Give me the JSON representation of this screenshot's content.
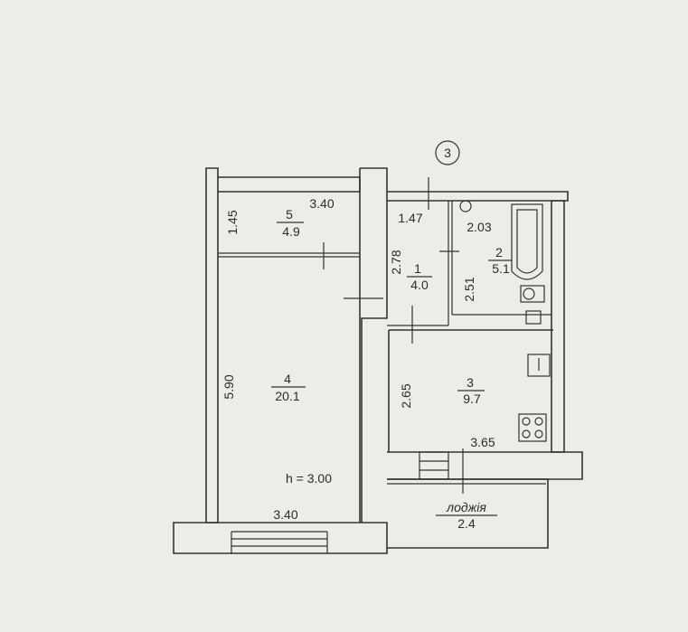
{
  "section_marker": "3",
  "height_label": "h = 3.00",
  "rooms": [
    {
      "number": "1",
      "area": "4.0"
    },
    {
      "number": "2",
      "area": "5.1"
    },
    {
      "number": "3",
      "area": "9.7"
    },
    {
      "number": "4",
      "area": "20.1"
    },
    {
      "number": "5",
      "area": "4.9"
    }
  ],
  "loggia": {
    "name": "лоджія",
    "area": "2.4"
  },
  "dimensions": {
    "room5_width": "3.40",
    "room5_depth": "1.45",
    "room4_depth": "5.90",
    "room4_width": "3.40",
    "room1_width": "1.47",
    "room1_depth": "2.78",
    "room2_width": "2.03",
    "room2_depth": "2.51",
    "room3_depth": "2.65",
    "room3_width": "3.65"
  }
}
